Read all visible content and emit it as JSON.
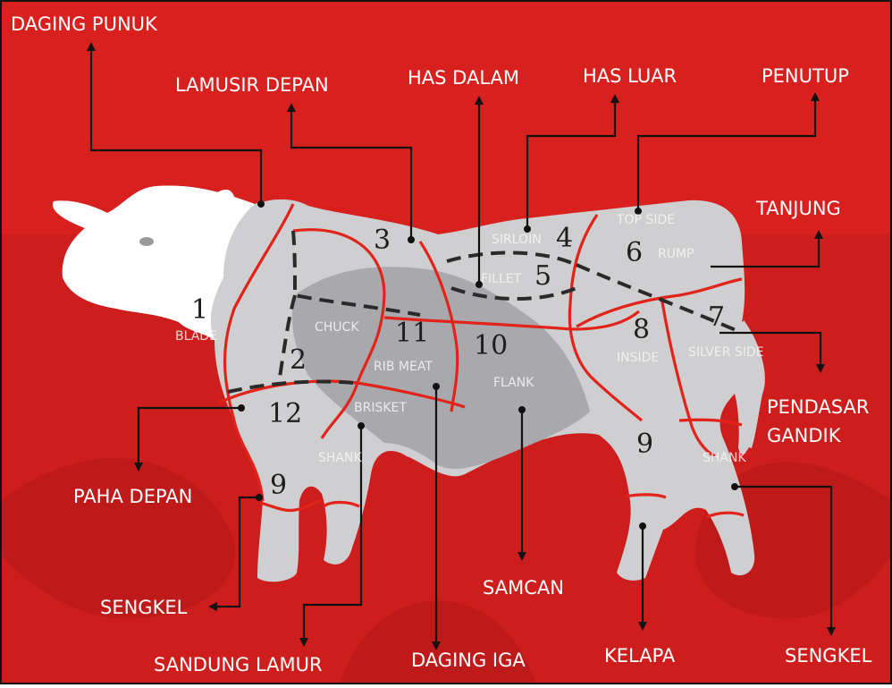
{
  "colors": {
    "background_red": "#d8201f",
    "band_red": "#c41d1b",
    "body_gray": "#cfcfd1",
    "shade_gray": "#a9a9ad",
    "seam_red": "#e2231a",
    "head_white": "#ffffff",
    "label_white": "#ffffff"
  },
  "labels": {
    "daging_punuk": "DAGING PUNUK",
    "lamusir_depan": "LAMUSIR DEPAN",
    "has_dalam": "HAS DALAM",
    "has_luar": "HAS LUAR",
    "penutup": "PENUTUP",
    "tanjung": "TANJUNG",
    "pendasar": "PENDASAR",
    "gandik": "GANDIK",
    "paha_depan": "PAHA DEPAN",
    "sengkel_left": "SENGKEL",
    "sandung_lamur": "SANDUNG LAMUR",
    "daging_iga": "DAGING IGA",
    "samcan": "SAMCAN",
    "kelapa": "KELAPA",
    "sengkel_right": "SENGKEL"
  },
  "numbers": {
    "n1": "1",
    "n2": "2",
    "n3": "3",
    "n4": "4",
    "n5": "5",
    "n6": "6",
    "n7": "7",
    "n8": "8",
    "n9_front": "9",
    "n9_back": "9",
    "n10": "10",
    "n11": "11",
    "n12": "12"
  },
  "cut_names": {
    "blade": "BLADE",
    "chuck": "CHUCK",
    "rib_meat": "RIB MEAT",
    "brisket": "BRISKET",
    "shank_front": "SHANK",
    "sirloin": "SIRLOIN",
    "fillet": "FILLET",
    "top_side": "TOP SIDE",
    "rump": "RUMP",
    "flank": "FLANK",
    "inside": "INSIDE",
    "silver_side": "SILVER SIDE",
    "shank_back": "SHANK"
  }
}
